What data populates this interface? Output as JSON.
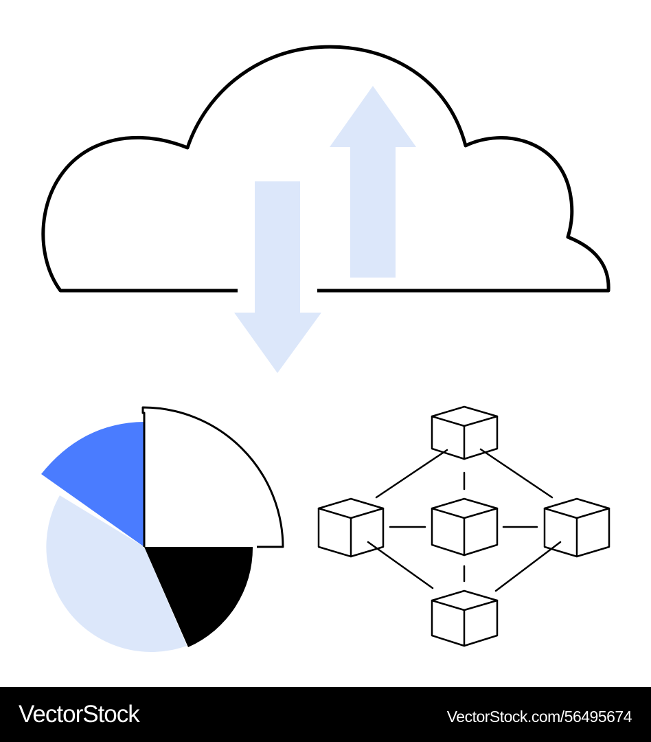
{
  "footer": {
    "brand": "VectorStock",
    "image_id": "VectorStock.com/56495674"
  },
  "icons": {
    "cloud": "cloud-icon",
    "upload_arrow": "upload-arrow-icon",
    "download_arrow": "download-arrow-icon",
    "pie_chart": "pie-chart-icon",
    "block_network": "cube-network-icon"
  },
  "pie_slices": [
    {
      "name": "blue-slice",
      "share": 0.18
    },
    {
      "name": "white-slice",
      "share": 0.25
    },
    {
      "name": "black-slice",
      "share": 0.19
    },
    {
      "name": "light-blue-slice",
      "share": 0.38
    }
  ],
  "colors": {
    "stroke": "#000000",
    "accent_blue": "#4a7cff",
    "light_blue": "#dce7fa",
    "background": "#ffffff",
    "footer_bg": "#000000",
    "footer_text": "#ffffff"
  }
}
